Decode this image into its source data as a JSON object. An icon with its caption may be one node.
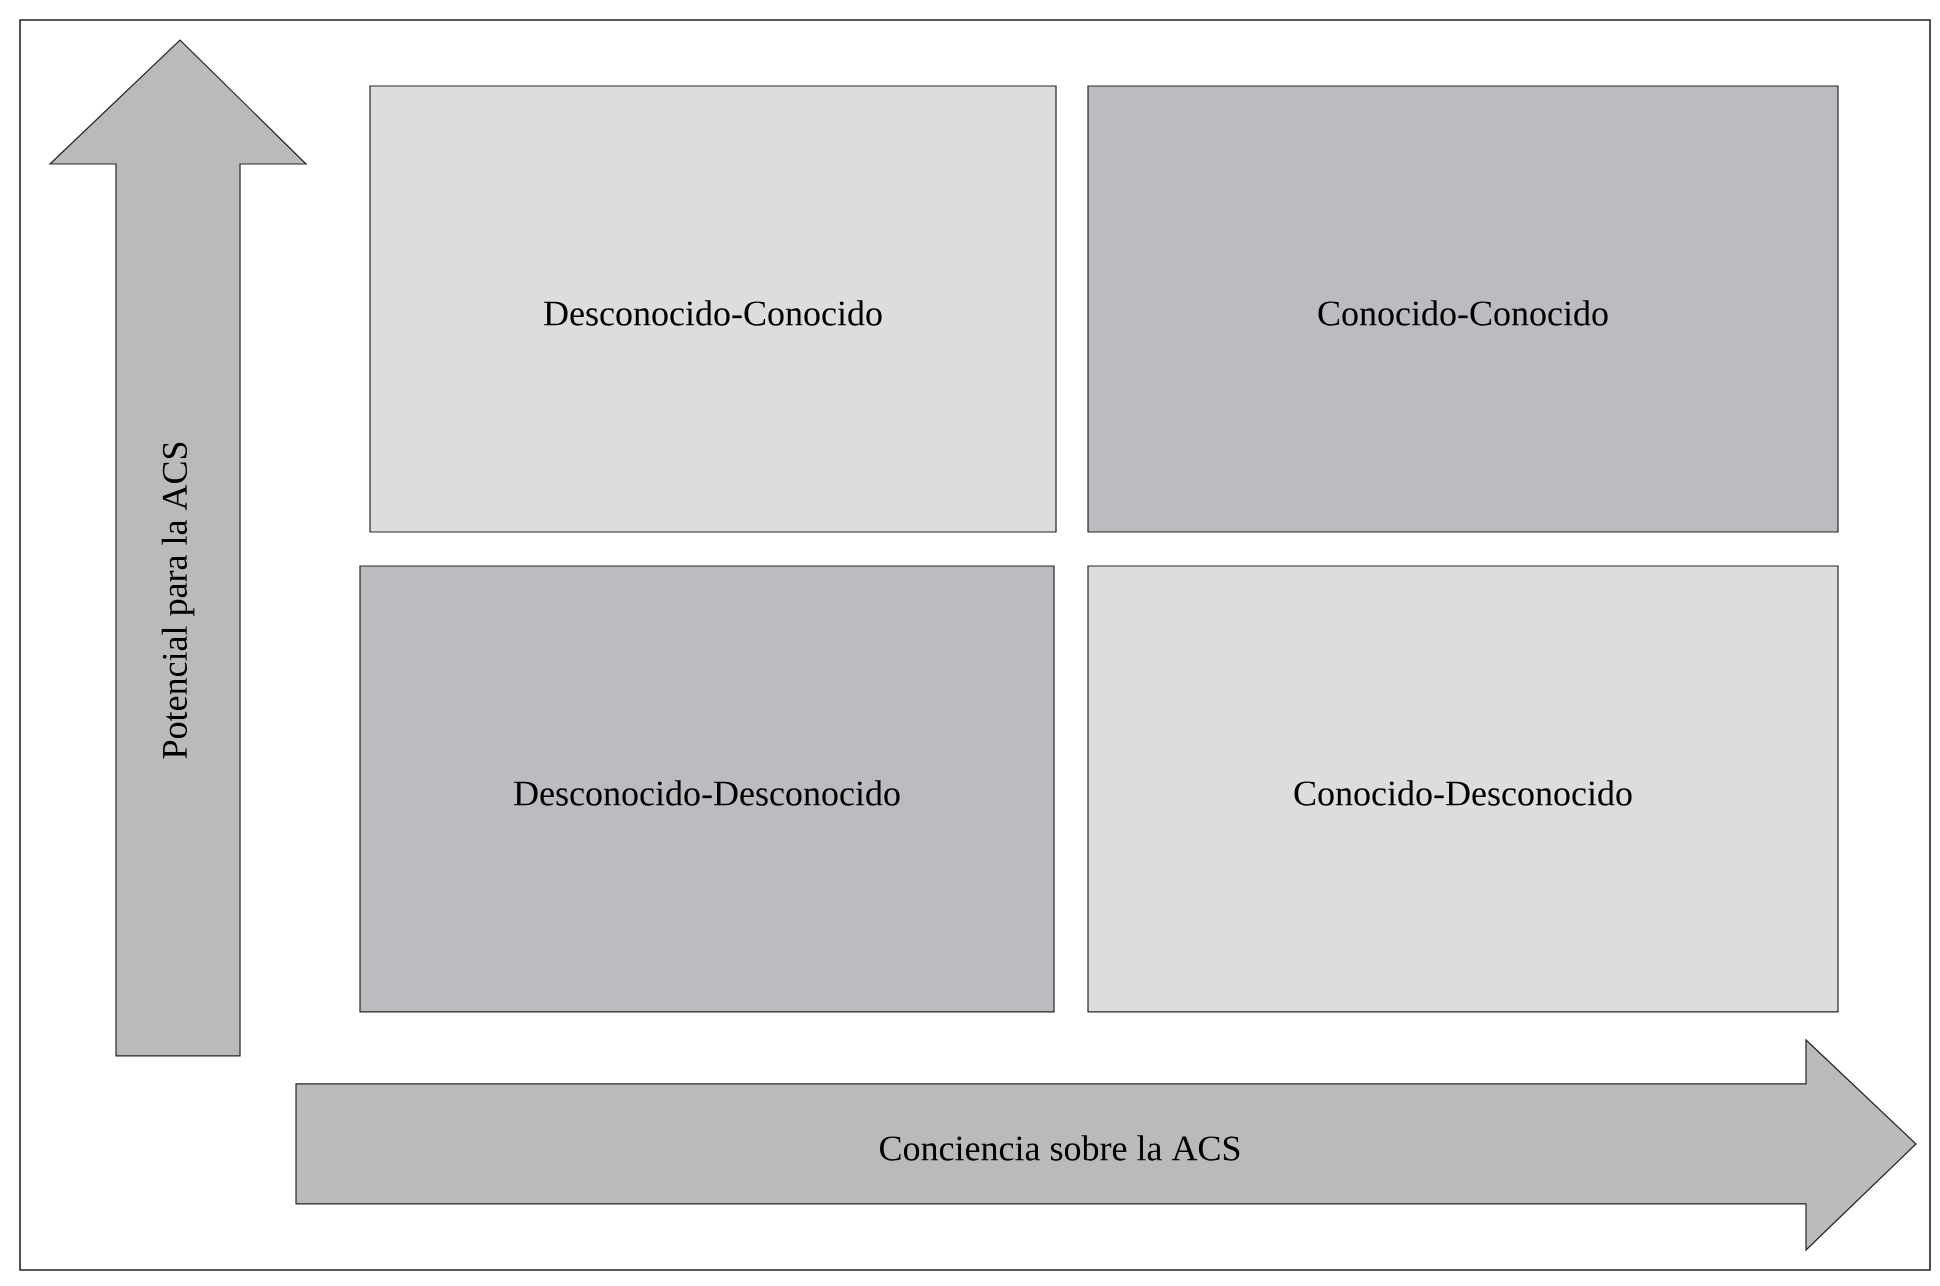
{
  "diagram": {
    "nodes": [
      {
        "text": [
          "Potencial para la ACS"
        ]
      },
      {
        "text": [
          "Desconocido-Conocido"
        ]
      },
      {
        "text": [
          "Conocido-Conocido"
        ]
      },
      {
        "text": [
          "Desconocido-Desconocido"
        ]
      },
      {
        "text": [
          "Conocido-Desconocido"
        ]
      },
      {
        "text": [
          "Conciencia sobre la ACS"
        ]
      }
    ]
  }
}
